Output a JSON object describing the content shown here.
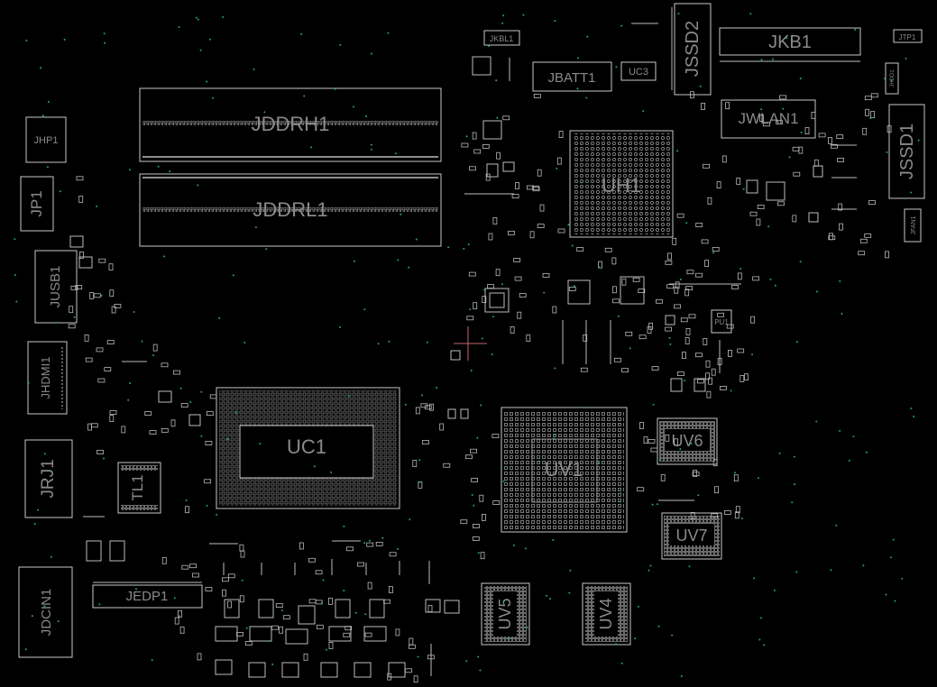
{
  "view": {
    "background": "#000000",
    "outline_color": "#c8c8c8",
    "label_color": "#8a8a8a",
    "via_color": "#2a9e8e",
    "cursor_color": "#c8646e"
  },
  "components": {
    "jddrh1": "JDDRH1",
    "jddrl1": "JDDRL1",
    "uh1": "UH1",
    "uc1": "UC1",
    "uv1": "UV1",
    "uv4": "UV4",
    "uv5": "UV5",
    "uv6": "UV6",
    "uv7": "UV7",
    "jssd1": "JSSD1",
    "jssd2": "JSSD2",
    "jkb1": "JKB1",
    "jwlan1": "JWLAN1",
    "jbatt1": "JBATT1",
    "uc3": "UC3",
    "jkbl1": "JKBL1",
    "jtp1": "JTP1",
    "jhdd1": "JHDD1",
    "jfan1": "JFAN1",
    "jhp1": "JHP1",
    "jp1": "JP1",
    "jusb1": "JUSB1",
    "jhdmi1": "JHDMI1",
    "jrj1": "JRJ1",
    "jdcin1": "JDCIN1",
    "jedp1": "JEDP1",
    "pu1": "PU1",
    "tl1": "TL1"
  }
}
